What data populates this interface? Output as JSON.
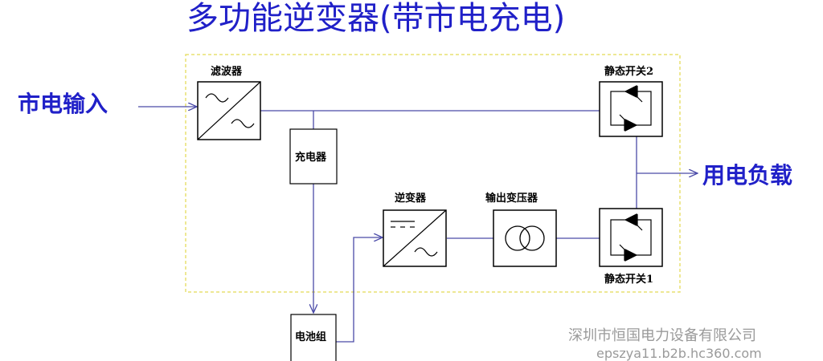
{
  "title": "多功能逆变器(带市电充电)",
  "input_label": "市电输入",
  "output_label": "用电负载",
  "blocks": {
    "filter": "滤波器",
    "charger": "充电器",
    "inverter": "逆变器",
    "output_transformer": "输出变压器",
    "static_switch_2": "静态开关2",
    "static_switch_1": "静态开关1",
    "battery": "电池组"
  },
  "watermark": {
    "company": "深圳市恒国电力设备有限公司",
    "url": "epszya11.b2b.hc360.com"
  },
  "colors": {
    "title": "#2020c8",
    "wire": "#4a4aa8",
    "frame": "#e8e070",
    "block_border": "#000000",
    "watermark": "#9a9a9a"
  }
}
